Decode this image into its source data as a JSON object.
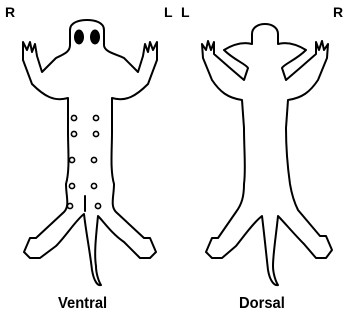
{
  "labels": {
    "ventral_side_left": "R",
    "ventral_side_right": "L",
    "dorsal_side_left": "L",
    "dorsal_side_right": "R",
    "ventral_caption": "Ventral",
    "dorsal_caption": "Dorsal"
  },
  "colors": {
    "stroke": "#000000",
    "background": "#ffffff",
    "fill": "#000000"
  }
}
